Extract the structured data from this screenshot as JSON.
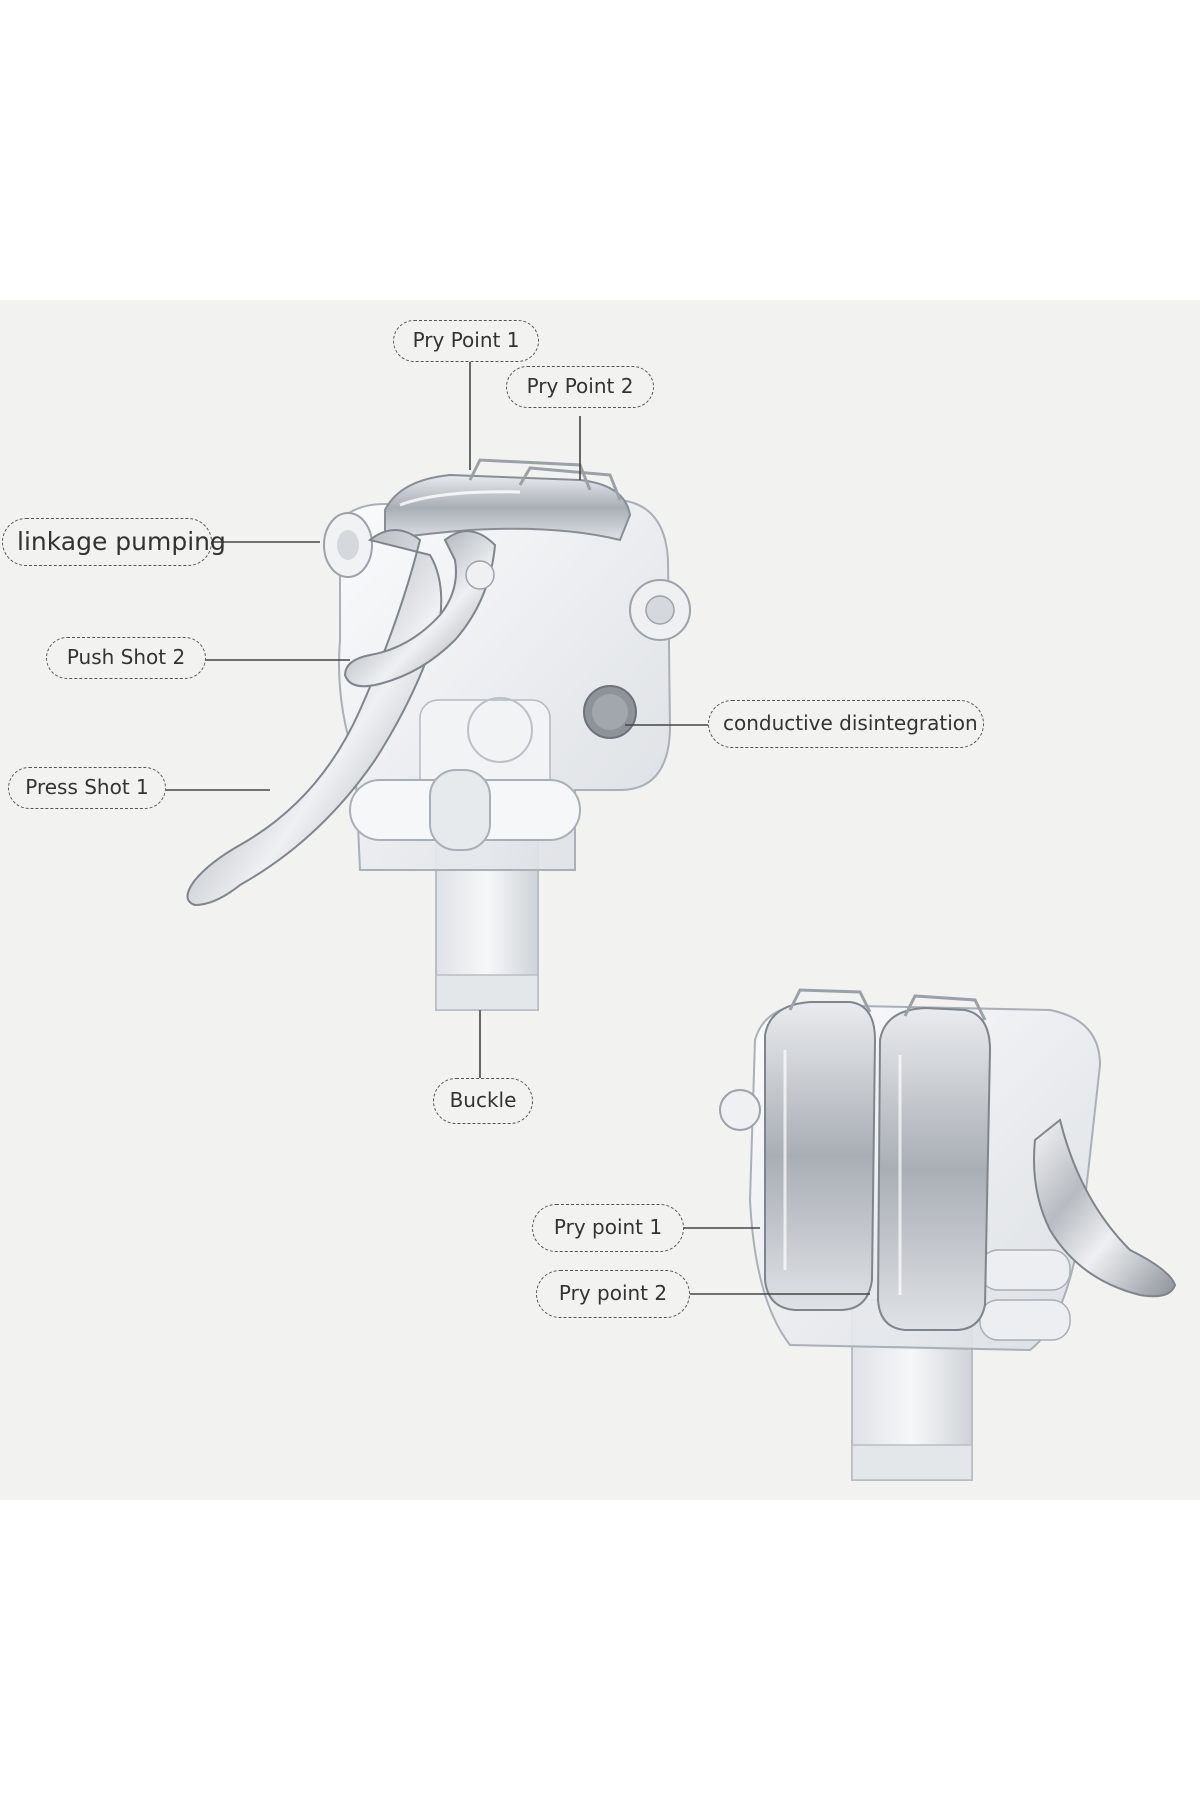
{
  "callouts": {
    "pry_point_1_top": "Pry Point 1",
    "pry_point_2_top": "Pry Point 2",
    "linkage_pumping": "linkage pumping",
    "push_shot_2": "Push Shot 2",
    "press_shot_1": "Press Shot 1",
    "conductive_disintegration": "conductive disintegration",
    "buckle": "Buckle",
    "pry_point_1_bottom": "Pry point 1",
    "pry_point_2_bottom": "Pry point 2"
  },
  "colors": {
    "background": "#ffffff",
    "panel": "#f2f2f1",
    "metal": "#c9ccd1",
    "clear_plastic": "#e9ecef",
    "leader_line": "#444444"
  }
}
